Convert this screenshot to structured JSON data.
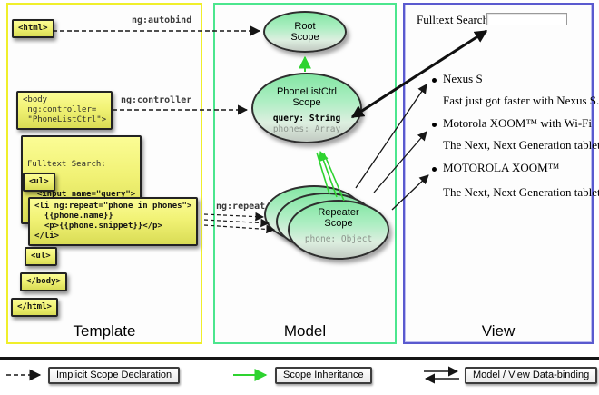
{
  "columns": {
    "template": {
      "label": "Template"
    },
    "model": {
      "label": "Model"
    },
    "view": {
      "label": "View"
    }
  },
  "template": {
    "html_open": "<html>",
    "body_open": "<body\n ng:controller=\n \"PhoneListCtrl\">",
    "fulltext_line1": "Fulltext Search:",
    "fulltext_line2": "  <input name=\"query\">",
    "ul_open": "<ul>",
    "li_repeat": "<li ng:repeat=\"phone in phones\">\n  {{phone.name}}\n  <p>{{phone.snippet}}</p>\n</li>",
    "ul_close": "<ul>",
    "body_close": "</body>",
    "html_close": "</html>",
    "ng_autobind": "ng:autobind",
    "ng_controller": "ng:controller",
    "ng_repeat": "ng:repeat"
  },
  "model": {
    "root_scope": {
      "title": "Root\nScope"
    },
    "phonelist_scope": {
      "title": "PhoneListCtrl\nScope",
      "prop_query": "query: String",
      "prop_phones": "phones: Array"
    },
    "repeater_scope": {
      "title": "Repeater\nScope",
      "prop_phone": "phone: Object"
    }
  },
  "view": {
    "fulltext_label": "Fulltext Search:",
    "search_value": "",
    "items": [
      {
        "title": "Nexus S",
        "desc": "Fast just got faster with Nexus S."
      },
      {
        "title": "Motorola XOOM™ with Wi-Fi",
        "desc": "The Next, Next Generation tablet."
      },
      {
        "title": "MOTOROLA XOOM™",
        "desc": "The Next, Next Generation tablet."
      }
    ]
  },
  "legend": {
    "implicit": "Implicit Scope Declaration",
    "inheritance": "Scope Inheritance",
    "binding": "Model / View Data-binding"
  },
  "colors": {
    "template_border": "#f0ef2b",
    "model_border": "#4ce68e",
    "view_border": "#5a5acf",
    "inheritance_green": "#2ed330",
    "code_box_yellow": "#f1f275",
    "scope_green": "#84e6a4"
  }
}
